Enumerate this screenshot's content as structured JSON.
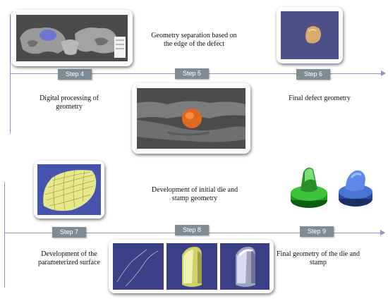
{
  "colors": {
    "timeline": "#9a8fc6",
    "step_badge": "#7f8c95",
    "step_text": "#ffffff"
  },
  "steps": {
    "step4": "Step 4",
    "step5": "Step 5",
    "step6": "Step 6",
    "step7": "Step 7",
    "step8": "Step 8",
    "step9": "Step 9"
  },
  "captions": {
    "step5": "Geometry separation based on the edge of the defect",
    "step4": "Digital processing of geometry",
    "step6": "Final defect geometry",
    "step8": "Development of initial die and stamp geometry",
    "step7": "Development of the parameterized surface",
    "step9": "Final geometry of the die and stamp"
  },
  "images": {
    "step4": "skull-scan-image",
    "step5": "defect-separation-image",
    "step6": "defect-geometry-image",
    "step7": "parameterized-surface-image",
    "step8": "die-stamp-development-images",
    "step9": "die-stamp-final-image"
  }
}
